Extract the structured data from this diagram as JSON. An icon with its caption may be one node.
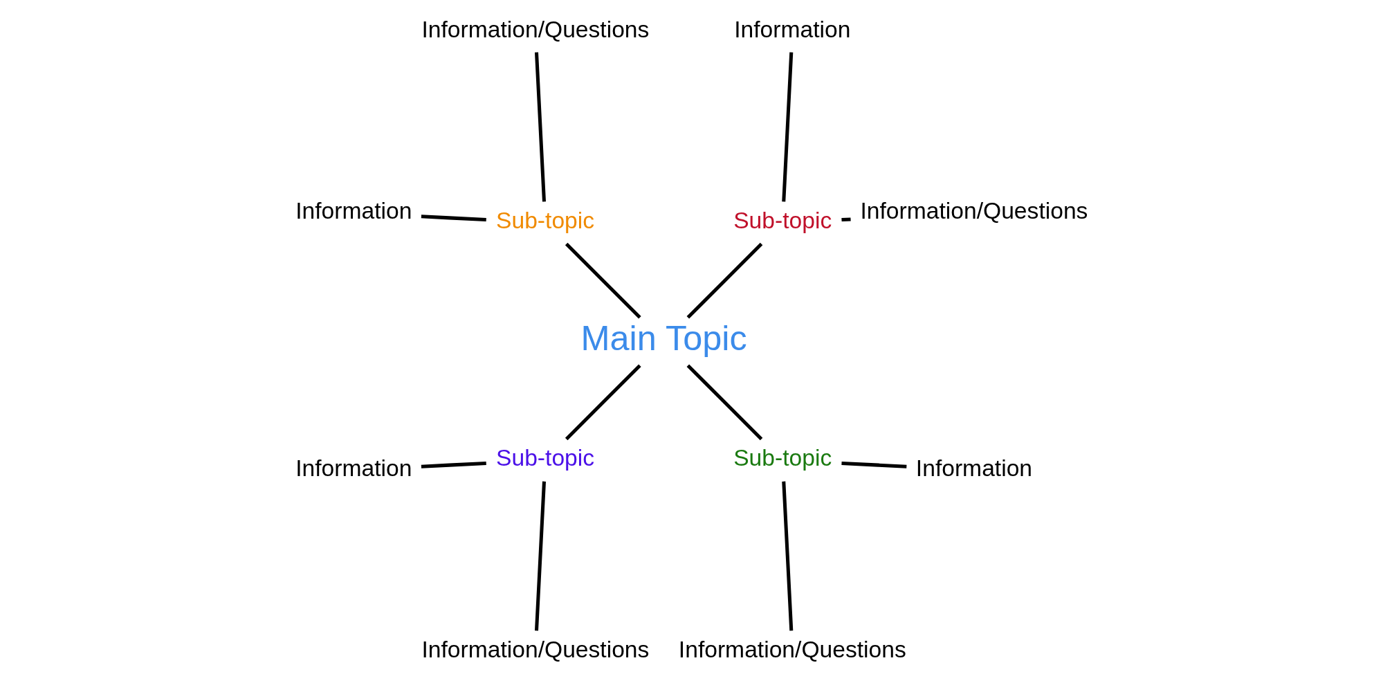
{
  "diagram": {
    "nodes": [
      {
        "text": [
          "Main Topic"
        ]
      },
      {
        "text": [
          "Sub-topic"
        ]
      },
      {
        "text": [
          "Information/Questions"
        ]
      },
      {
        "text": [
          "Information"
        ]
      },
      {
        "text": [
          "Sub-topic"
        ]
      },
      {
        "text": [
          "Information/Questions"
        ]
      },
      {
        "text": [
          "Information"
        ]
      },
      {
        "text": [
          "Sub-topic"
        ]
      },
      {
        "text": [
          "Information"
        ]
      },
      {
        "text": [
          "Information/Questions"
        ]
      },
      {
        "text": [
          "Sub-topic"
        ]
      },
      {
        "text": [
          "Information/Questions"
        ]
      },
      {
        "text": [
          "Information"
        ]
      }
    ],
    "edges": [
      {
        "from": 0,
        "to": 1,
        "arrow": "none"
      },
      {
        "from": 1,
        "to": 2,
        "arrow": "none"
      },
      {
        "from": 1,
        "to": 3,
        "arrow": "none"
      },
      {
        "from": 0,
        "to": 4,
        "arrow": "none"
      },
      {
        "from": 4,
        "to": 5,
        "arrow": "none"
      },
      {
        "from": 4,
        "to": 6,
        "arrow": "none"
      },
      {
        "from": 0,
        "to": 7,
        "arrow": "none"
      },
      {
        "from": 7,
        "to": 8,
        "arrow": "none"
      },
      {
        "from": 7,
        "to": 9,
        "arrow": "none"
      },
      {
        "from": 0,
        "to": 10,
        "arrow": "none"
      },
      {
        "from": 10,
        "to": 11,
        "arrow": "none"
      },
      {
        "from": 10,
        "to": 12,
        "arrow": "none"
      }
    ]
  }
}
